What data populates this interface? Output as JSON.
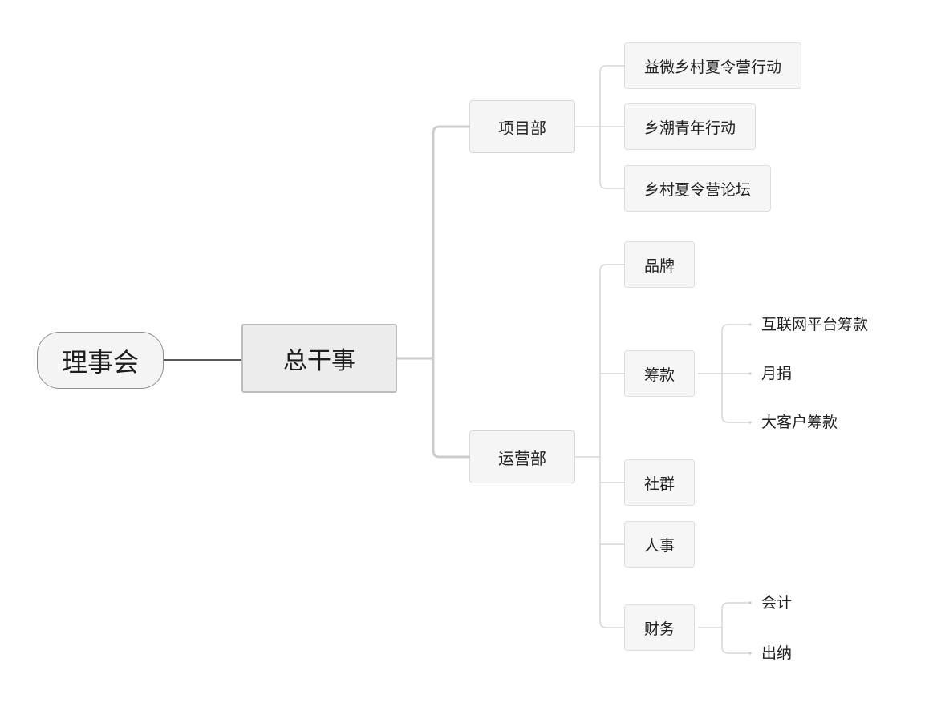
{
  "root": {
    "label": "理事会"
  },
  "main": {
    "label": "总干事"
  },
  "departments": [
    {
      "label": "项目部",
      "children": [
        {
          "label": "益微乡村夏令营行动"
        },
        {
          "label": "乡潮青年行动"
        },
        {
          "label": "乡村夏令营论坛"
        }
      ]
    },
    {
      "label": "运营部",
      "children": [
        {
          "label": "品牌"
        },
        {
          "label": "筹款",
          "children": [
            {
              "label": "互联网平台筹款"
            },
            {
              "label": "月捐"
            },
            {
              "label": "大客户筹款"
            }
          ]
        },
        {
          "label": "社群"
        },
        {
          "label": "人事"
        },
        {
          "label": "财务",
          "children": [
            {
              "label": "会计"
            },
            {
              "label": "出纳"
            }
          ]
        }
      ]
    }
  ],
  "colors": {
    "root_border": "#8f8f8f",
    "main_fill": "#ececec",
    "connector": "#cfcfcf",
    "root_connector": "#222222"
  }
}
